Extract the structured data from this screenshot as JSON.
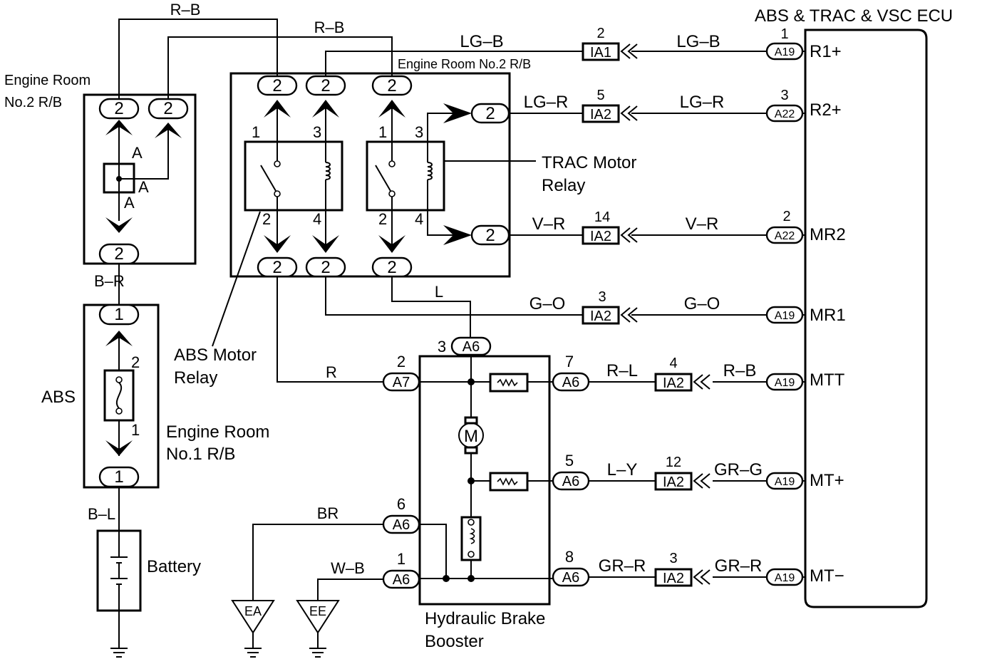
{
  "ecu": {
    "title": "ABS & TRAC & VSC ECU",
    "terminals": [
      "R1+",
      "R2+",
      "MR2",
      "MR1",
      "MTT",
      "MT+",
      "MT−"
    ]
  },
  "ecu_connectors": [
    {
      "pin": "1",
      "connector": "A19"
    },
    {
      "pin": "3",
      "connector": "A22"
    },
    {
      "pin": "2",
      "connector": "A22"
    },
    {
      "pin": "",
      "connector": "A19"
    },
    {
      "pin": "",
      "connector": "A19"
    },
    {
      "pin": "",
      "connector": "A19"
    },
    {
      "pin": "",
      "connector": "A19"
    }
  ],
  "ecu_wires": [
    "LG–B",
    "LG–R",
    "V–R",
    "G–O",
    "R–B",
    "GR–G",
    "GR–R"
  ],
  "junction_connectors": [
    {
      "pin": "2",
      "connector": "IA1"
    },
    {
      "pin": "5",
      "connector": "IA2"
    },
    {
      "pin": "14",
      "connector": "IA2"
    },
    {
      "pin": "3",
      "connector": "IA2"
    },
    {
      "pin": "4",
      "connector": "IA2"
    },
    {
      "pin": "12",
      "connector": "IA2"
    },
    {
      "pin": "3",
      "connector": "IA2"
    }
  ],
  "relay_side_wires": [
    "LG–B",
    "LG–R",
    "V–R",
    "G–O",
    "R–L",
    "L–Y",
    "GR–R"
  ],
  "top_wires": [
    "R–B",
    "R–B"
  ],
  "labels": {
    "engine_room_no2_rb": "Engine Room No.2 R/B",
    "engine_room_no2_line1": "Engine Room",
    "engine_room_no2_line2": "No.2 R/B",
    "engine_room_no1_line1": "Engine Room",
    "engine_room_no1_line2": "No.1 R/B",
    "abs_fuse": "ABS",
    "battery": "Battery",
    "trac_relay_line1": "TRAC Motor",
    "trac_relay_line2": "Relay",
    "abs_relay_line1": "ABS Motor",
    "abs_relay_line2": "Relay",
    "booster_line1": "Hydraulic Brake",
    "booster_line2": "Booster",
    "motor": "M"
  },
  "fuse_block_no2": {
    "pins": [
      "2",
      "2",
      "2"
    ],
    "junction": [
      "A",
      "A",
      "A"
    ]
  },
  "fuse_block_no1": {
    "pins": [
      "1",
      "1"
    ],
    "fuse_pins": [
      "2",
      "1"
    ]
  },
  "relay_block": {
    "top_pins": [
      "2",
      "2",
      "2"
    ],
    "bottom_pins": [
      "2",
      "2",
      "2"
    ],
    "right_pins": [
      "2",
      "2"
    ],
    "abs_relay_terms": [
      "1",
      "3",
      "2",
      "4"
    ],
    "trac_relay_terms": [
      "1",
      "3",
      "2",
      "4"
    ]
  },
  "wires": {
    "b_r": "B–R",
    "b_l": "B–L",
    "r": "R",
    "l": "L",
    "br": "BR",
    "w_b": "W–B"
  },
  "booster_connectors": [
    {
      "pin": "3",
      "connector": "A6"
    },
    {
      "pin": "2",
      "connector": "A7"
    },
    {
      "pin": "7",
      "connector": "A6"
    },
    {
      "pin": "5",
      "connector": "A6"
    },
    {
      "pin": "8",
      "connector": "A6"
    },
    {
      "pin": "6",
      "connector": "A6"
    },
    {
      "pin": "1",
      "connector": "A6"
    }
  ],
  "grounds": [
    "EA",
    "EE"
  ]
}
